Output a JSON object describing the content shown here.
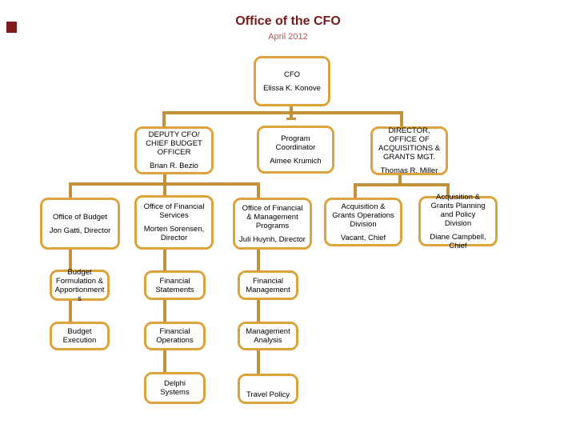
{
  "slide": {
    "title": "Office of the CFO",
    "date": "April 2012",
    "title_color": "#7a1a1a",
    "date_color": "#c0504d",
    "accent_square_color": "#7f1b1b",
    "box_border_color": "#dca33c",
    "connector_color": "#c3913a"
  },
  "boxes": {
    "cfo": {
      "role": "CFO",
      "name": "Elissa K. Konove"
    },
    "deputy_cfo": {
      "role": "DEPUTY CFO/\nCHIEF BUDGET\nOFFICER",
      "name": "Brian R. Bezio"
    },
    "program_coordinator": {
      "role": "Program\nCoordinator",
      "name": "Aimee Krumich"
    },
    "director_acquisitions": {
      "role": "DIRECTOR,\nOFFICE OF\nACQUISITIONS &\nGRANTS MGT.",
      "name": "Thomas R. Miller"
    },
    "office_of_budget": {
      "role": "Office of Budget",
      "name": "Jon Gatti, Director"
    },
    "office_of_financial_services": {
      "role": "Office of Financial\nServices",
      "name": "Morten Sorensen,\nDirector"
    },
    "office_of_financial_mgmt_programs": {
      "role": "Office of Financial\n& Management\nPrograms",
      "name": "Juli Huynh, Director"
    },
    "acq_grants_operations": {
      "role": "Acquisition &\nGrants Operations\nDivision",
      "name": "Vacant, Chief"
    },
    "acq_grants_planning": {
      "role": "Acquisition &\nGrants Planning\nand Policy\nDivision",
      "name": "Diane Campbell,\nChief"
    },
    "budget_formulation": {
      "role": "Budget\nFormulation &\nApportionment\ns"
    },
    "financial_statements": {
      "role": "Financial\nStatements"
    },
    "financial_management": {
      "role": "Financial\nManagement"
    },
    "budget_execution": {
      "role": "Budget\nExecution"
    },
    "financial_operations": {
      "role": "Financial\nOperations"
    },
    "management_analysis": {
      "role": "Management\nAnalysis"
    },
    "delphi_systems": {
      "role": "Delphi\nSystems"
    },
    "travel_policy": {
      "role": "Travel Policy"
    }
  }
}
